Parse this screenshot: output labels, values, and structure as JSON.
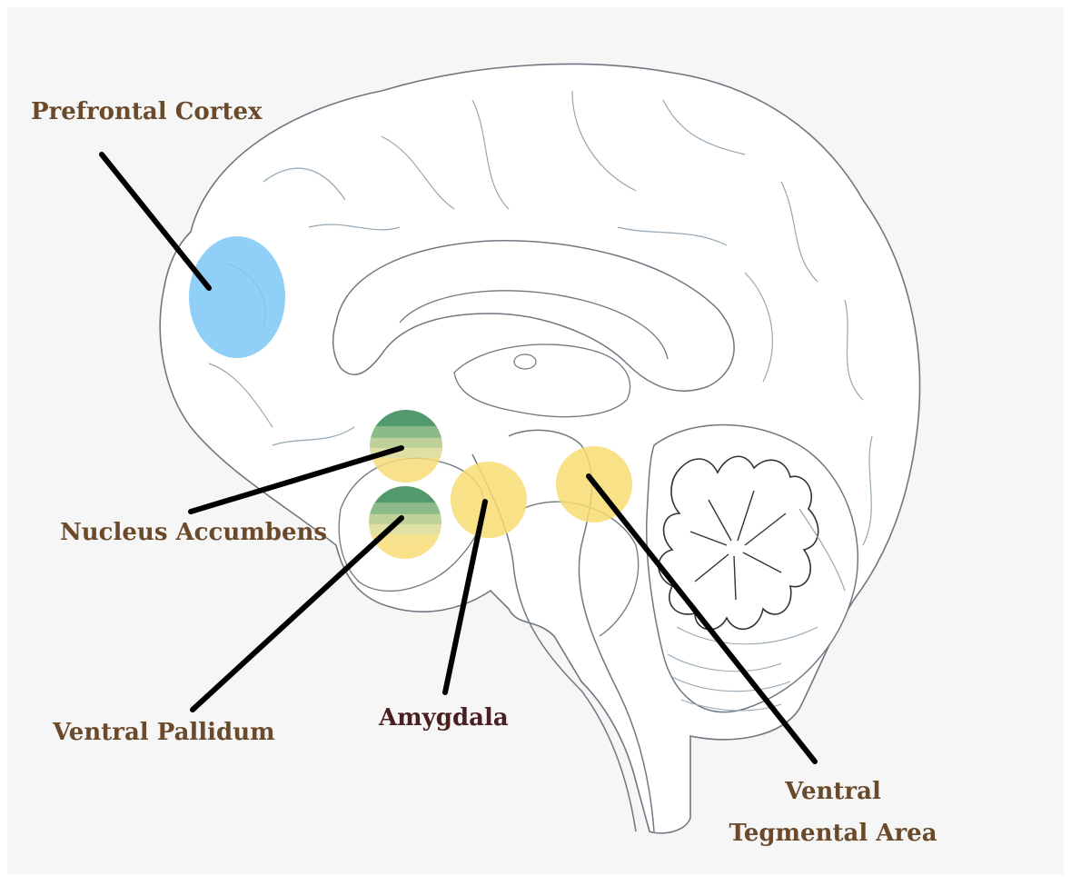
{
  "diagram": {
    "colors": {
      "background": "#f6f6f6",
      "outline": "#6f7780",
      "fold": "#97a7b2",
      "label_brown": "#6b4a2b",
      "label_maroon": "#4a1f1f",
      "pointer": "#000000",
      "prefrontal_fill": "#7ec8f5",
      "dopamine_yellow": "#f7dc72",
      "green_dark": "#3a8f5c"
    },
    "labels": {
      "prefrontal_cortex": "Prefrontal Cortex",
      "nucleus_accumbens": "Nucleus Accumbens",
      "ventral_pallidum": "Ventral Pallidum",
      "amygdala": "Amygdala",
      "vta": "Ventral Tegmental Area"
    },
    "regions": [
      {
        "id": "prefrontal-cortex",
        "color_key": "prefrontal_fill"
      },
      {
        "id": "nucleus-accumbens",
        "color_key": "dopamine_yellow",
        "top_color_key": "green_dark"
      },
      {
        "id": "ventral-pallidum",
        "color_key": "dopamine_yellow",
        "top_color_key": "green_dark"
      },
      {
        "id": "amygdala",
        "color_key": "dopamine_yellow"
      },
      {
        "id": "ventral-tegmental-area",
        "color_key": "dopamine_yellow"
      }
    ]
  }
}
